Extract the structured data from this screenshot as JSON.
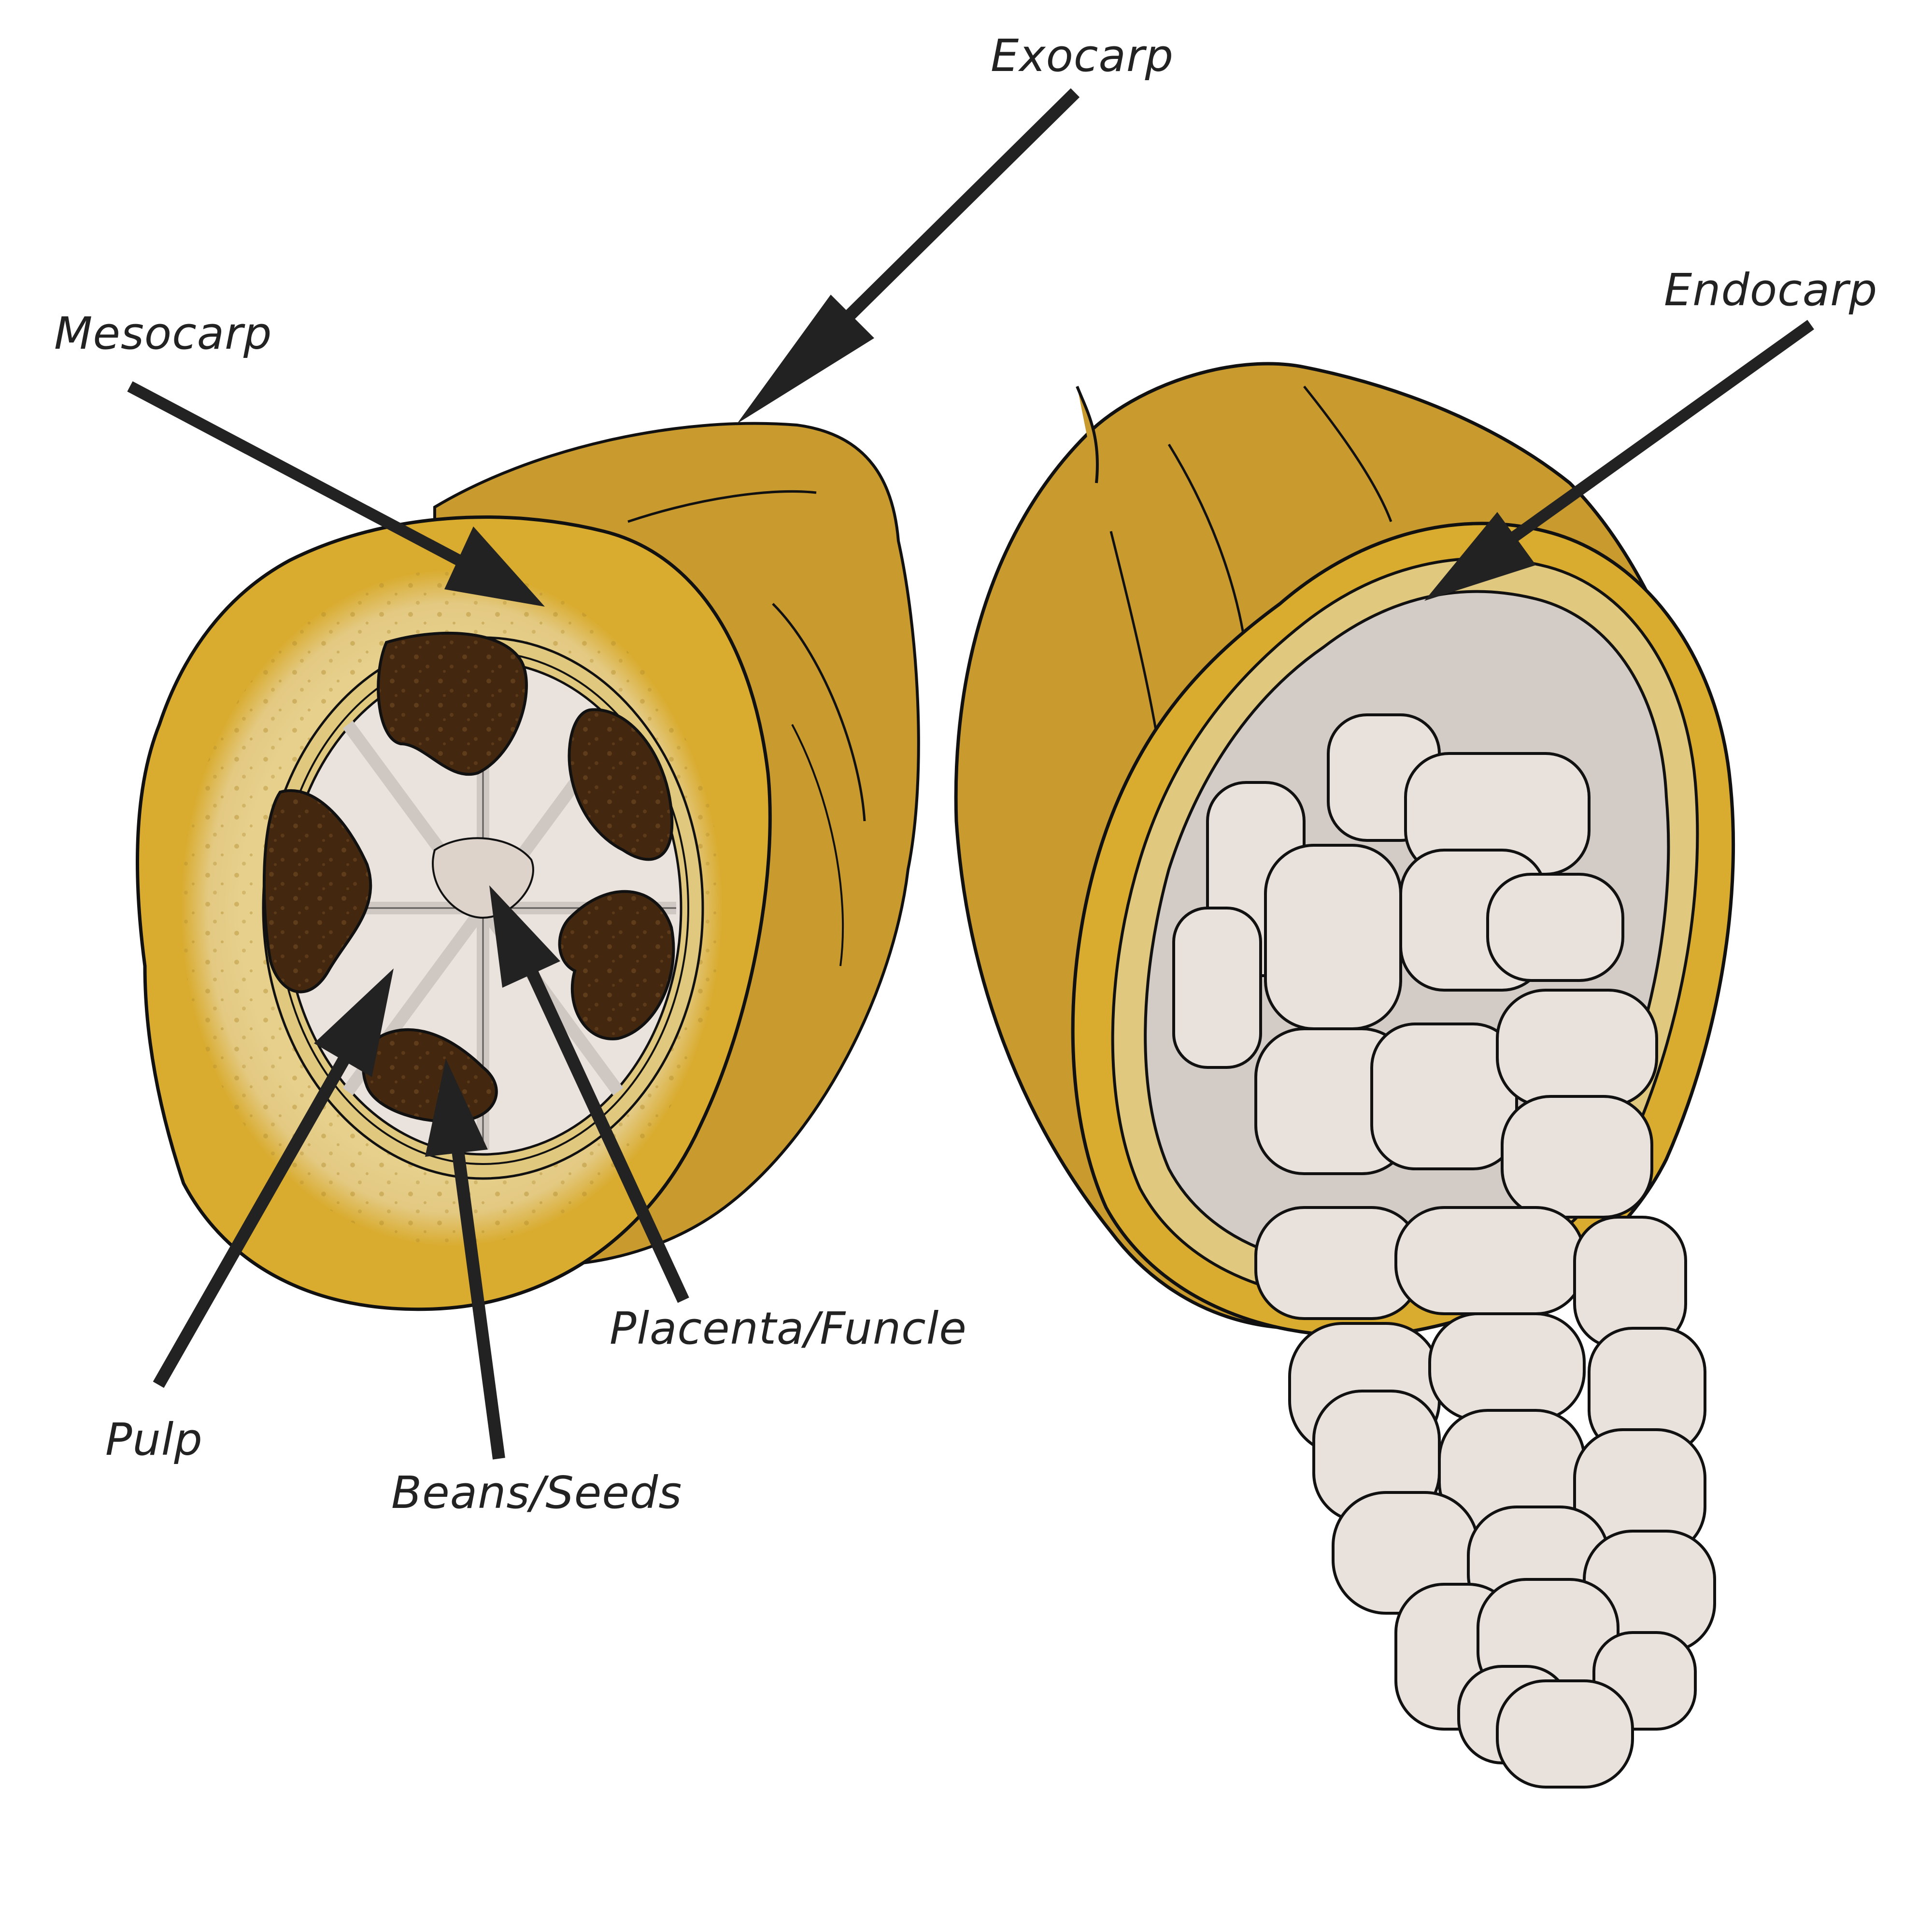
{
  "diagram": {
    "subject": "Cacao pod anatomy",
    "background": "#ffffff",
    "colors": {
      "exocarp": "#c99a2e",
      "exocarp_light": "#d9ac30",
      "mesocarp": "#e4cc86",
      "endocarp_band": "#dcc478",
      "pulp": "#e9e2dd",
      "pulp_shadow": "#cfc7c1",
      "bean": "#43280f",
      "bean_speckle": "#6b4420",
      "seed_white": "#e8e1dc",
      "cavity_grey": "#d3cbc5",
      "outline": "#111111",
      "arrow": "#222222",
      "label_text": "#222222"
    }
  },
  "labels": [
    {
      "id": "exocarp",
      "text": "Exocarp"
    },
    {
      "id": "mesocarp",
      "text": "Mesocarp"
    },
    {
      "id": "endocarp",
      "text": "Endocarp"
    },
    {
      "id": "pulp",
      "text": "Pulp"
    },
    {
      "id": "beans",
      "text": "Beans/Seeds"
    },
    {
      "id": "placenta",
      "text": "Placenta/Funcle"
    }
  ],
  "figures": {
    "left": "Cross-section of cacao pod",
    "right": "Opened cacao pod with exposed bean cluster"
  }
}
